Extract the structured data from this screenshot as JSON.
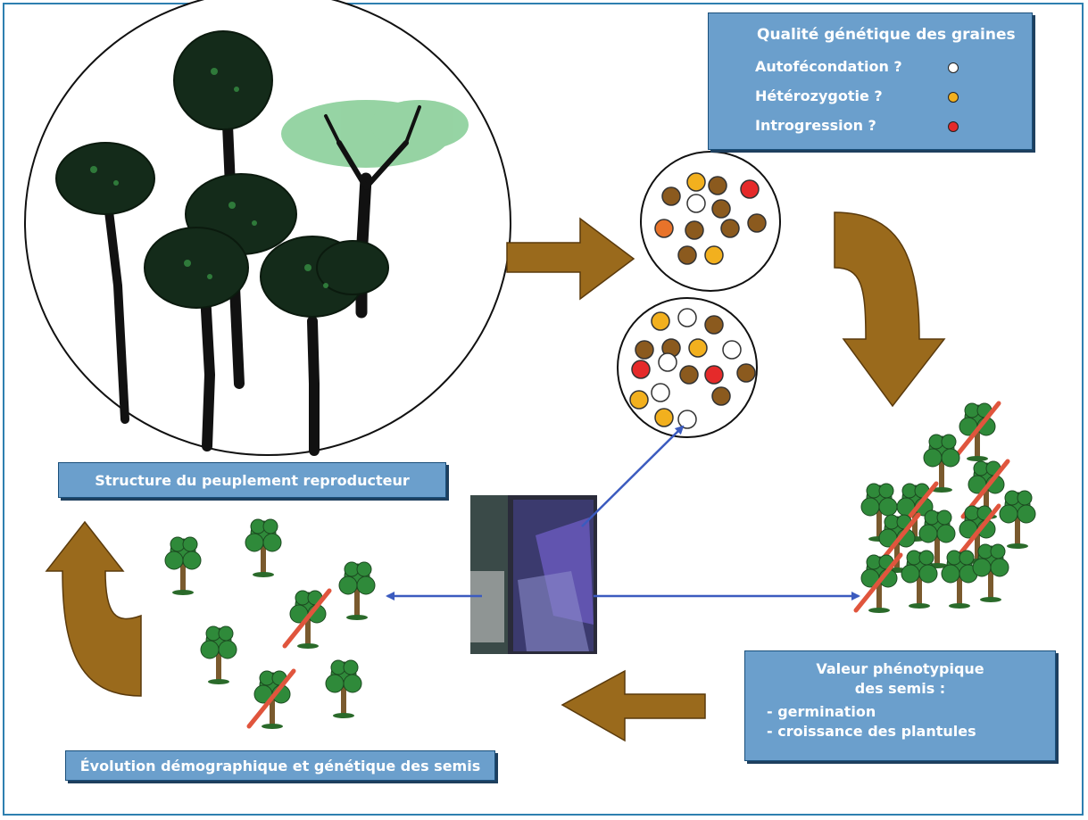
{
  "legend": {
    "title": "Qualité génétique des graines",
    "items": [
      {
        "label": "Autofécondation ?",
        "color": "#ffffff"
      },
      {
        "label": "Hétérozygotie ?",
        "color": "#f2b01e"
      },
      {
        "label": "Introgression ?",
        "color": "#e52a2a"
      }
    ]
  },
  "captions": {
    "structure": "Structure du peuplement reproducteur",
    "evolution": "Évolution démographique et génétique des semis",
    "valeur_title_1": "Valeur phénotypique",
    "valeur_title_2": "des semis :",
    "valeur_item_1": "- germination",
    "valeur_item_2": "- croissance des plantules"
  },
  "colors": {
    "box_fill": "#6b9fcc",
    "box_border": "#1a4f7a",
    "frame": "#2e7fb0",
    "big_arrow": "#9a6a1c",
    "link_arrow": "#3b5bbf",
    "seed_brown": "#8b5a1e",
    "seed_orange": "#e8732a",
    "cross_out": "#e0553d"
  },
  "icons": [
    "tree-stand-illustration",
    "seed-sample-icon",
    "seedling-icon",
    "lab-photo"
  ]
}
